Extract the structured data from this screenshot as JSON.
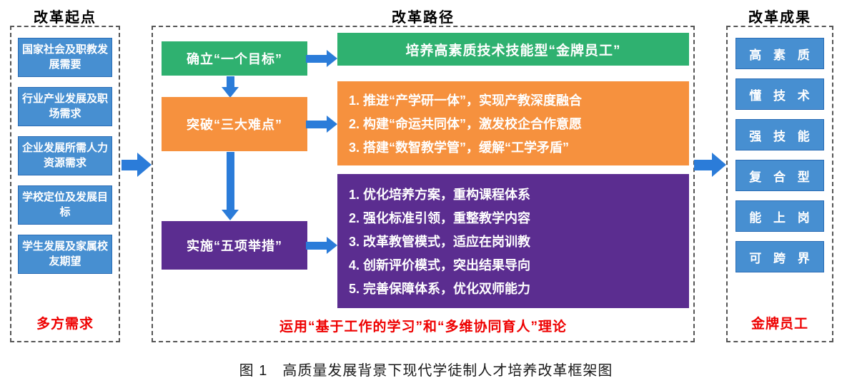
{
  "headers": {
    "left": "改革起点",
    "middle": "改革路径",
    "right": "改革成果"
  },
  "left_column": {
    "items": [
      "国家社会及职教发展需要",
      "行业产业发展及职场需求",
      "企业发展所需人力资源需求",
      "学校定位及发展目标",
      "学生发展及家属校友期望"
    ],
    "footer": "多方需求"
  },
  "middle": {
    "rows": [
      {
        "label": "确立“一个目标”",
        "lines": [
          "培养高素质技术技能型“金牌员工”"
        ]
      },
      {
        "label": "突破“三大难点”",
        "lines": [
          "1. 推进“产学研一体”，实现产教深度融合",
          "2. 构建“命运共同体”，激发校企合作意愿",
          "3. 搭建“数智教学管”，缓解“工学矛盾”"
        ]
      },
      {
        "label": "实施“五项举措”",
        "lines": [
          "1. 优化培养方案，重构课程体系",
          "2. 强化标准引领，重整教学内容",
          "3. 改革教管模式，适应在岗训教",
          "4. 创新评价模式，突出结果导向",
          "5. 完善保障体系，优化双师能力"
        ]
      }
    ],
    "footer": "运用“基于工作的学习”和“多维协同育人”理论"
  },
  "right_column": {
    "items": [
      "高 素 质",
      "懂 技 术",
      "强 技 能",
      "复 合 型",
      "能 上 岗",
      "可 跨 界"
    ],
    "footer": "金牌员工"
  },
  "caption": "图 1　高质量发展背景下现代学徒制人才培养改革框架图",
  "colors": {
    "green": "#2fb170",
    "orange": "#f6913e",
    "purple": "#5b2d90",
    "blue": "#478fd1",
    "blueBorder": "#2a6cb5",
    "arrow": "#2b7cd9",
    "red": "#ee0000"
  }
}
